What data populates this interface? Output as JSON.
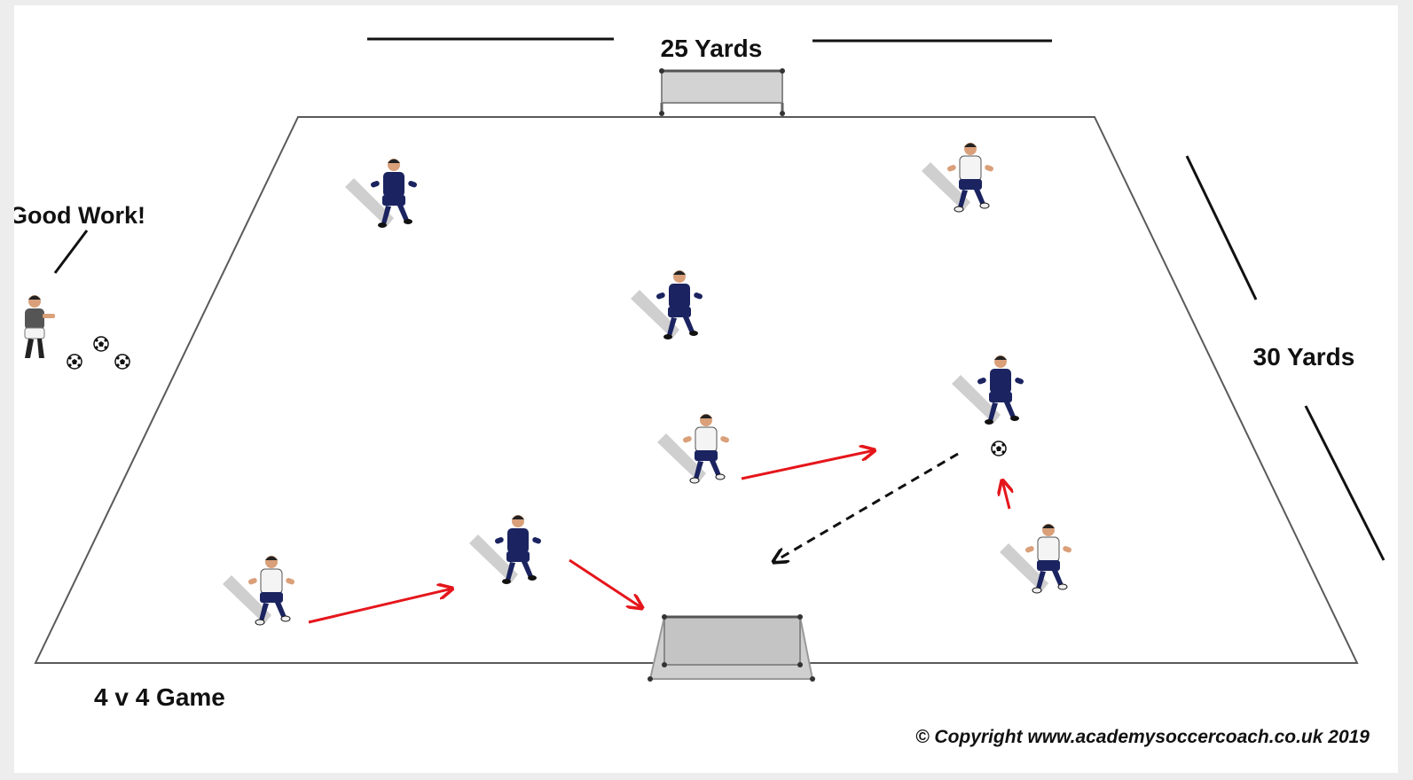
{
  "labels": {
    "top_dimension": "25 Yards",
    "side_dimension": "30 Yards",
    "coach_callout": "Good Work!",
    "game_name": "4 v 4 Game",
    "copyright": "© Copyright www.academysoccercoach.co.uk 2019"
  },
  "teams": {
    "blue": {
      "count": 4,
      "shirt": "#1b2460",
      "shorts": "#1b2460"
    },
    "white": {
      "count": 4,
      "shirt": "#f4f4f4",
      "shorts": "#1b2460"
    }
  },
  "colors": {
    "pitch_line": "#555555",
    "pass_arrow": "#e5161b",
    "run_arrow": "#111111",
    "goal": "#c9c9c9",
    "shadow": "#cfcfcf",
    "skin": "#d9a07a"
  },
  "arrows": [
    {
      "kind": "pass",
      "style": "solid-red"
    },
    {
      "kind": "pass",
      "style": "solid-red"
    },
    {
      "kind": "shot",
      "style": "solid-red"
    },
    {
      "kind": "pass",
      "style": "solid-red"
    },
    {
      "kind": "run",
      "style": "dashed-black"
    }
  ],
  "equipment": {
    "goals": 2,
    "spare_balls": 3
  }
}
